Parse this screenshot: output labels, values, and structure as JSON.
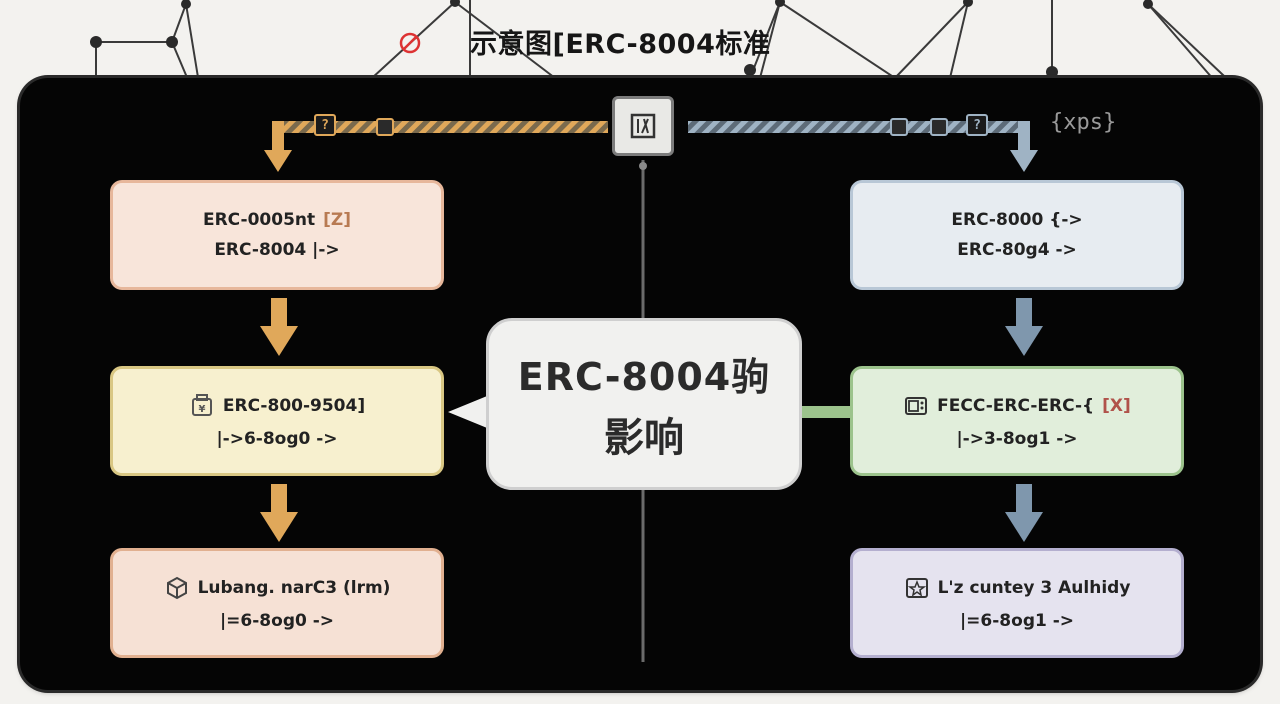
{
  "title": "示意图[ERC-8004标准",
  "corner_label": "{xps}",
  "center": {
    "line1": "ERC-8004驹",
    "line2": "影响"
  },
  "left": [
    {
      "line1": "ERC-0005nt",
      "line1_tag": "[Z]",
      "line2": "ERC-8004 |->",
      "icon": null
    },
    {
      "line1": "ERC-800-9504]",
      "line2": "|->6-8og0 ->",
      "icon": "wallet-icon"
    },
    {
      "line1": "Lubang. narC3 (lrm)",
      "line2": "|=6-8og0 ->",
      "icon": "cube-icon"
    }
  ],
  "right": [
    {
      "line1": "ERC-8000 {->",
      "line2": "ERC-80g4 ->",
      "icon": null
    },
    {
      "line1": "FECC-ERC-ERC-{",
      "line1_tag": "[X]",
      "line2": "|->3-8og1 ->",
      "icon": "device-icon"
    },
    {
      "line1": "L'z cuntey 3 Aulhidy",
      "line2": "|=6-8og1 ->",
      "icon": "star-box-icon"
    }
  ],
  "chip_left": "?",
  "chip_right": "?",
  "colors": {
    "panel": "#050505",
    "left_arrow": "#e0a85a",
    "right_arrow": "#7f97ad",
    "line": "#6b6b6b"
  }
}
